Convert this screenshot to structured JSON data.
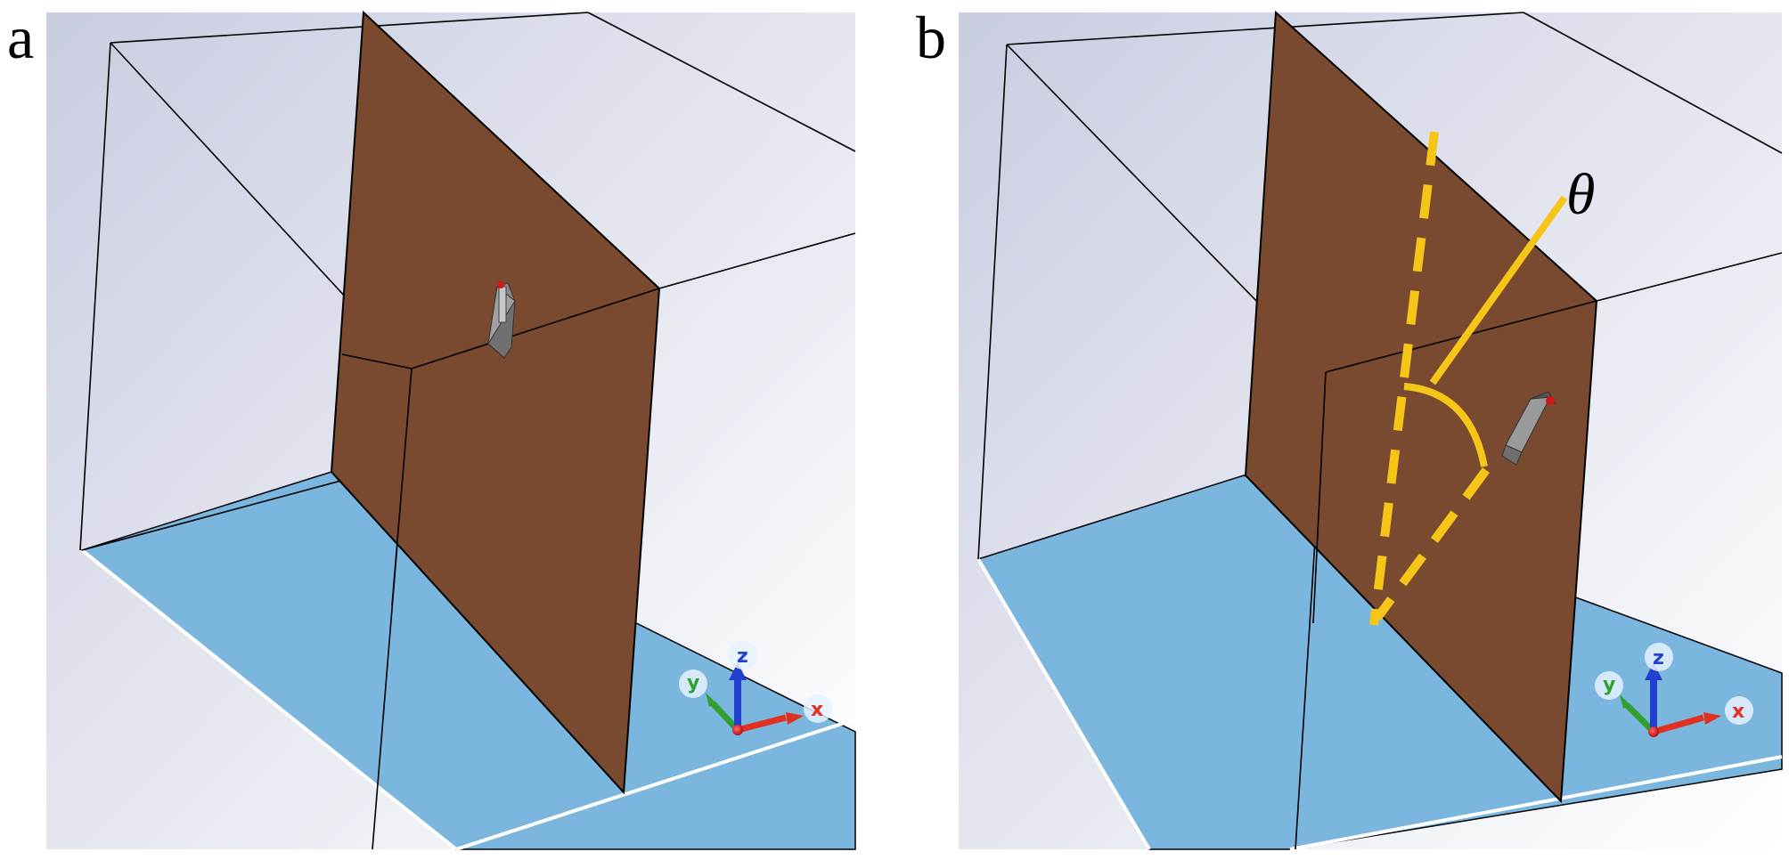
{
  "panels": [
    {
      "id": "a",
      "label": "a"
    },
    {
      "id": "b",
      "label": "b",
      "angle_symbol": "θ"
    }
  ],
  "axes": {
    "x": "x",
    "y": "y",
    "z": "z"
  },
  "colors": {
    "background": "#d7dbe8",
    "ground_plane": "#7ab6de",
    "reflector_plate": "#7a4a30",
    "angle_annotation": "#f5c518",
    "axis_x": "#e03020",
    "axis_y": "#30a030",
    "axis_z": "#2040d0"
  }
}
